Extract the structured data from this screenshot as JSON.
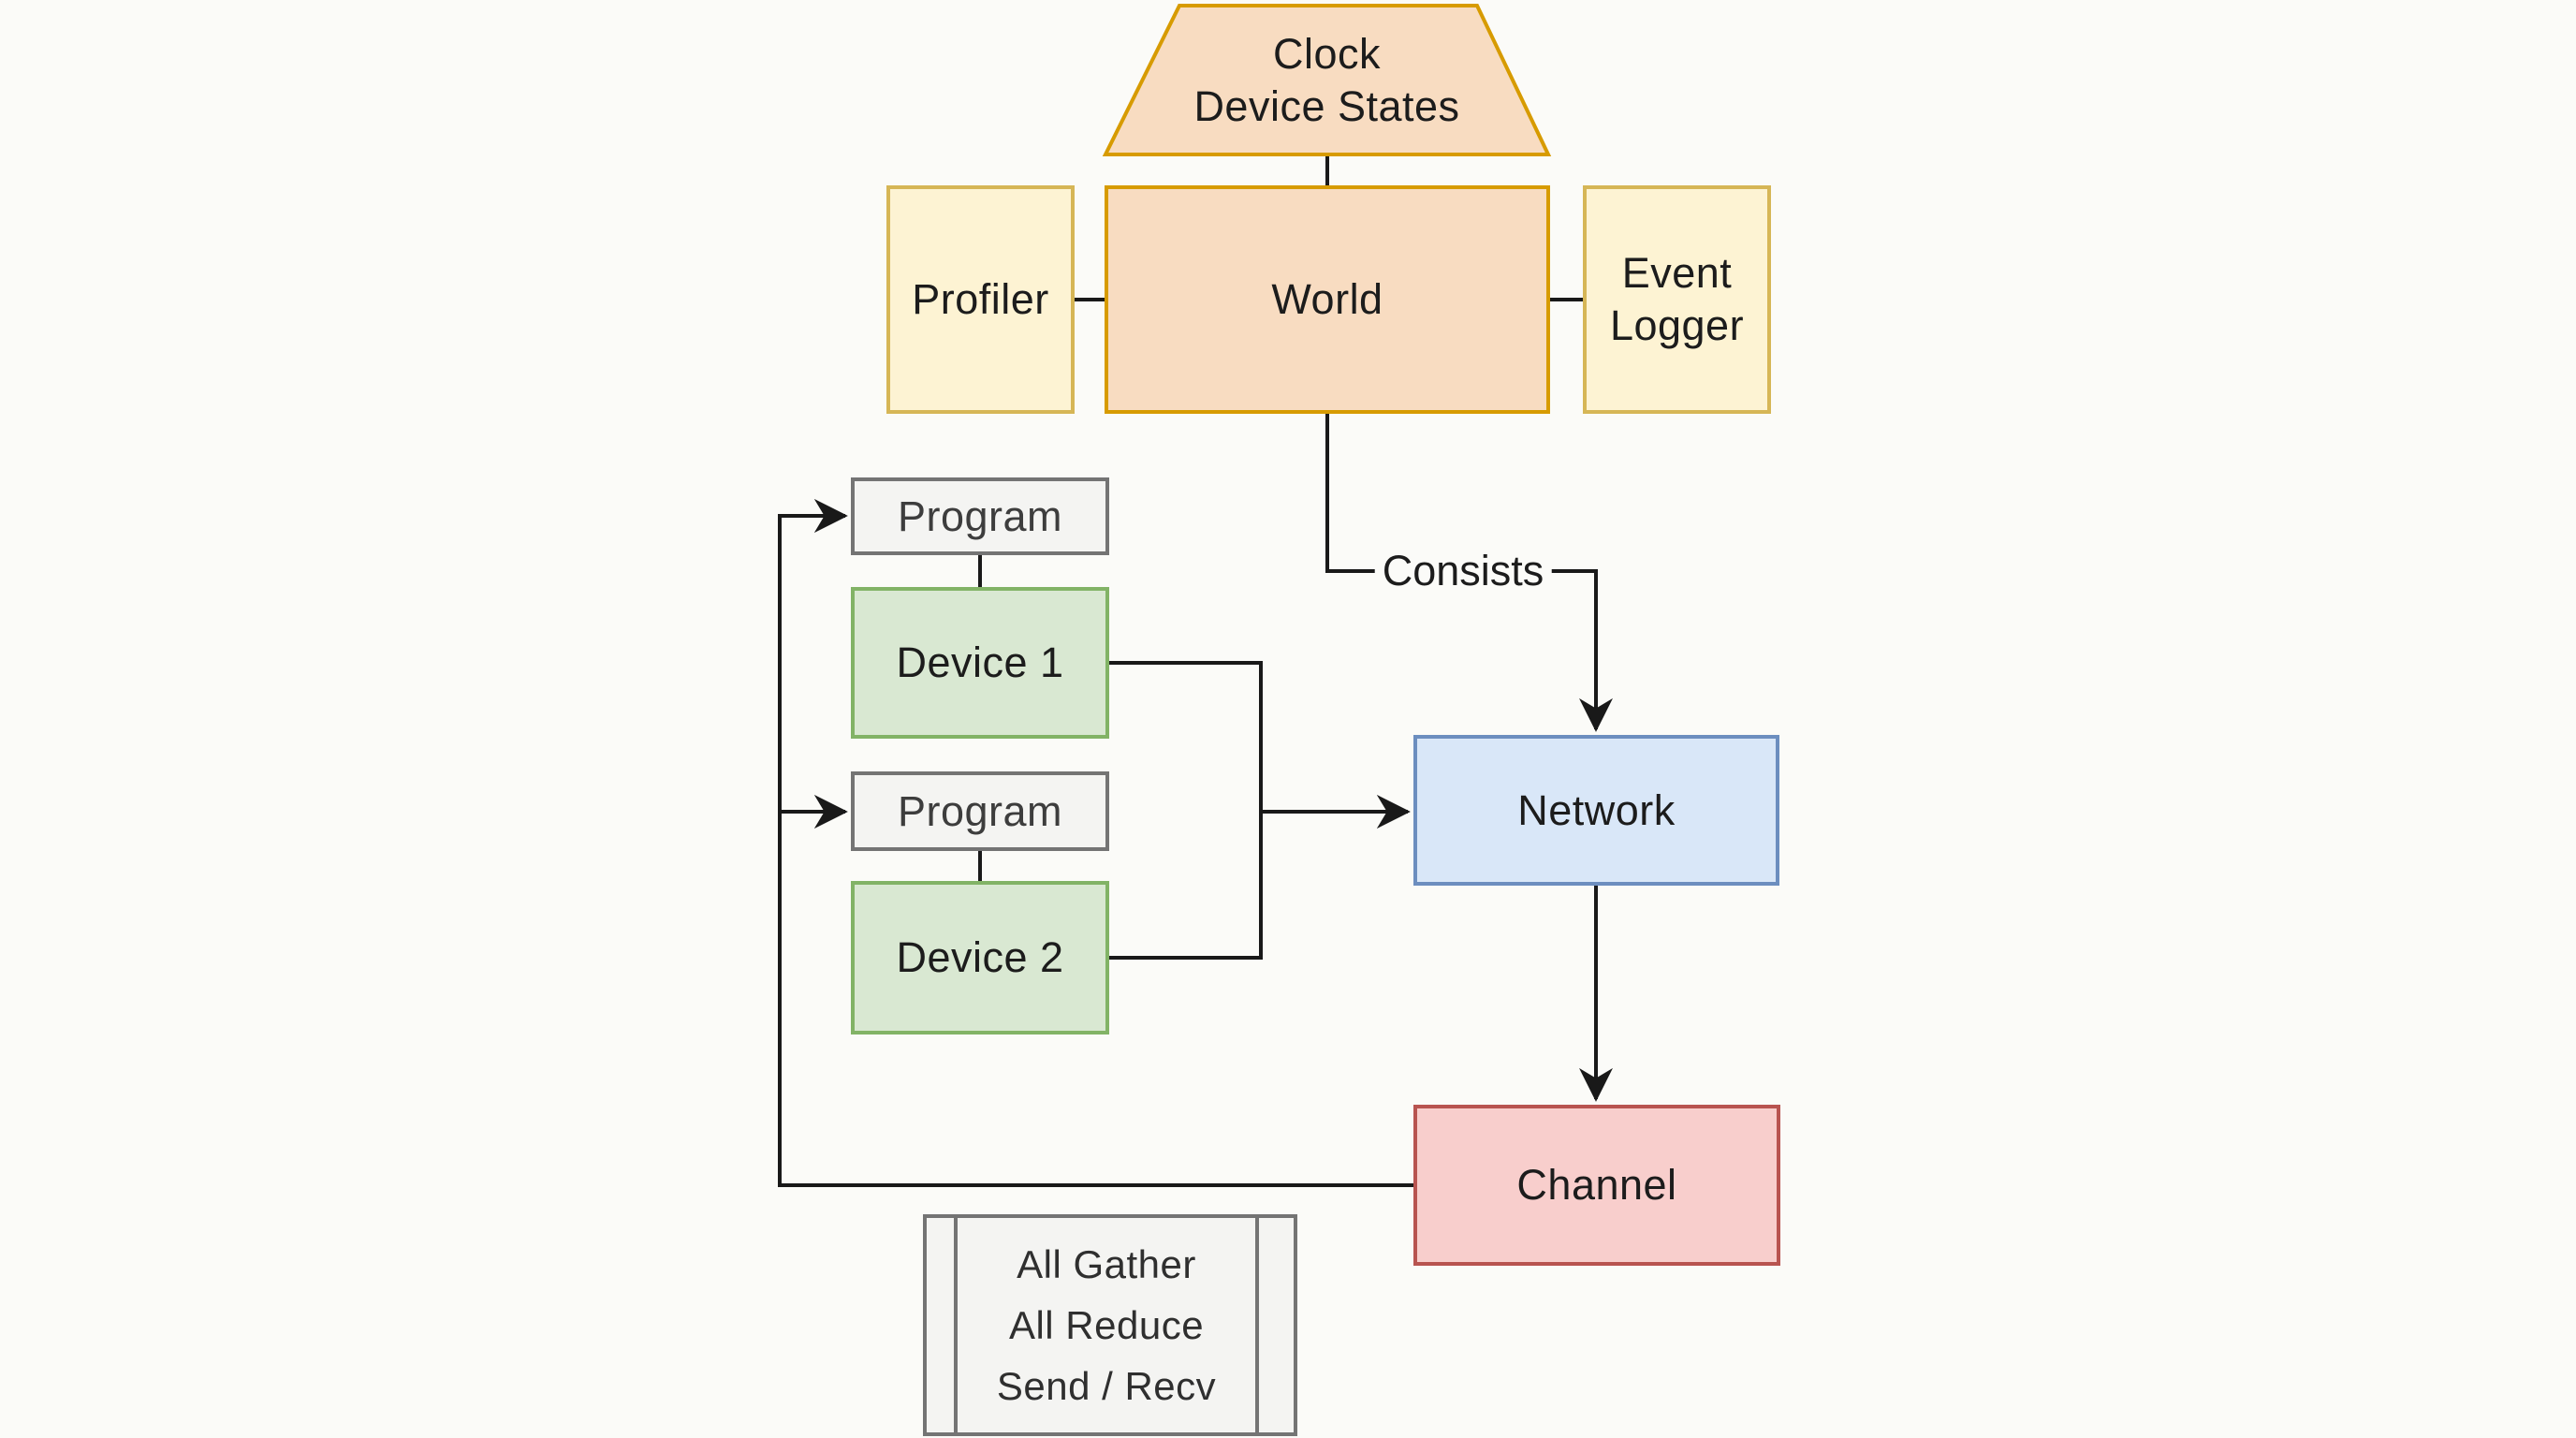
{
  "nodes": {
    "clock_device_states": {
      "line1": "Clock",
      "line2": "Device States"
    },
    "profiler": {
      "label": "Profiler"
    },
    "world": {
      "label": "World"
    },
    "event_logger": {
      "line1": "Event",
      "line2": "Logger"
    },
    "program_1": {
      "label": "Program"
    },
    "device_1": {
      "label": "Device 1"
    },
    "program_2": {
      "label": "Program"
    },
    "device_2": {
      "label": "Device 2"
    },
    "network": {
      "label": "Network"
    },
    "channel": {
      "label": "Channel"
    },
    "collective_ops": {
      "line1": "All Gather",
      "line2": "All Reduce",
      "line3": "Send / Recv"
    }
  },
  "edges": {
    "world_network_label": "Consists"
  },
  "colors": {
    "background": "#fbfbf8",
    "orange_fill": "#f8dcc1",
    "orange_stroke": "#d79b00",
    "yellow_fill": "#fdf3d3",
    "yellow_stroke": "#d6b656",
    "green_fill": "#d9e8d2",
    "green_stroke": "#82b366",
    "blue_fill": "#d9e7f8",
    "blue_stroke": "#6c8ebf",
    "red_fill": "#f8cecc",
    "red_stroke": "#b85450",
    "gray_fill": "#f4f4f2",
    "gray_stroke": "#747474",
    "line": "#191919",
    "text": "#1c1c1c"
  }
}
